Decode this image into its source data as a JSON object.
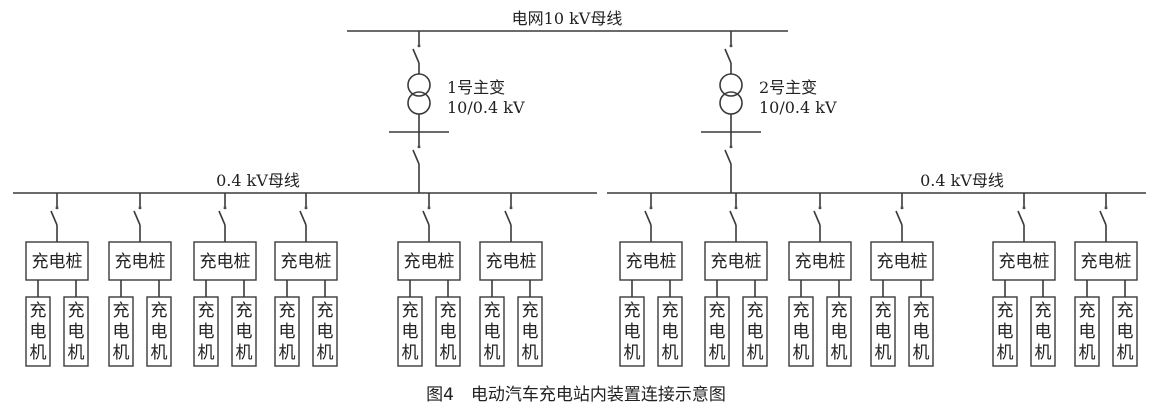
{
  "diagram": {
    "title_bus": "电网10 kV母线",
    "transformers": [
      {
        "name": "1号主变",
        "ratio": "10/0.4 kV"
      },
      {
        "name": "2号主变",
        "ratio": "10/0.4 kV"
      }
    ],
    "low_buses": [
      {
        "label": "0.4 kV母线",
        "pile_count": 6
      },
      {
        "label": "0.4 kV母线",
        "pile_count": 6
      }
    ],
    "pile_label": "充电桩",
    "charger_label": [
      "充",
      "电",
      "机"
    ],
    "chargers_per_pile": 2
  },
  "caption": "图4　电动汽车充电站内装置连接示意图"
}
